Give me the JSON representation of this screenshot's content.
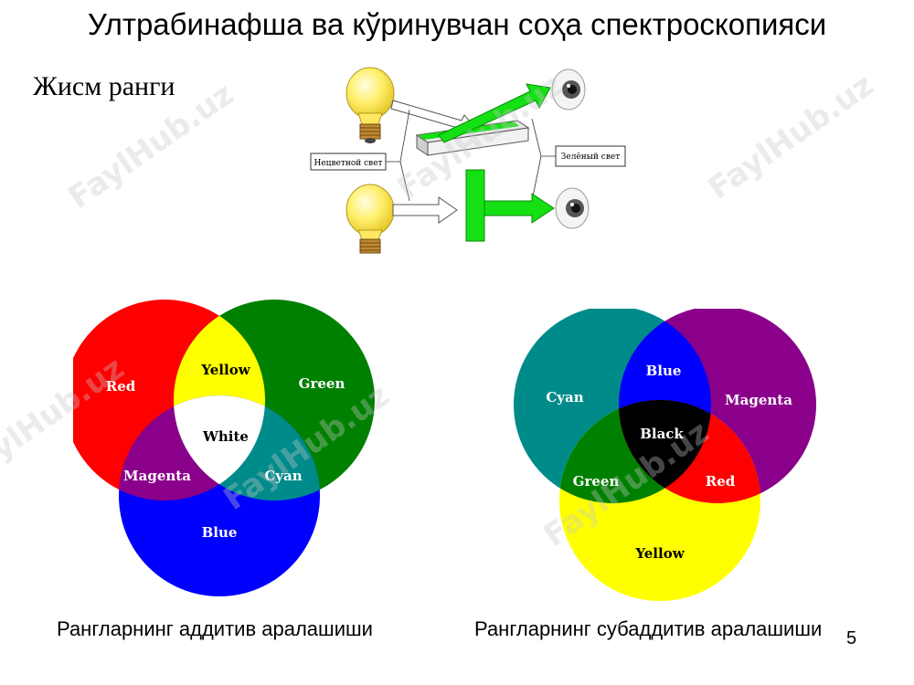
{
  "slide": {
    "title": "Ултрабинафша ва кўринувчан соҳа спектроскопияси",
    "subtitle": "Жисм ранги",
    "page_number": "5"
  },
  "top_diagram": {
    "label_colorless_light": "Нецветной свет",
    "label_green_light": "Зелёный свет"
  },
  "additive": {
    "caption": "Рангларнинг аддитив аралашиши",
    "labels": {
      "red": "Red",
      "green": "Green",
      "blue": "Blue",
      "yellow": "Yellow",
      "magenta": "Magenta",
      "cyan": "Cyan",
      "white": "White"
    },
    "colors": {
      "red": "#ff0000",
      "green": "#008000",
      "blue": "#0000ff",
      "yellow": "#ffff00",
      "magenta": "#8a008a",
      "cyan": "#008b8b",
      "white": "#ffffff"
    }
  },
  "subtractive": {
    "caption": "Рангларнинг субаддитив аралашиши",
    "labels": {
      "cyan": "Cyan",
      "magenta": "Magenta",
      "yellow": "Yellow",
      "blue": "Blue",
      "red": "Red",
      "green": "Green",
      "black": "Black"
    },
    "colors": {
      "cyan": "#008b8b",
      "magenta": "#8a008a",
      "yellow": "#ffff00",
      "blue": "#0000ff",
      "red": "#ff0000",
      "green": "#008000",
      "black": "#000000"
    }
  },
  "watermark": "FaylHub.uz"
}
